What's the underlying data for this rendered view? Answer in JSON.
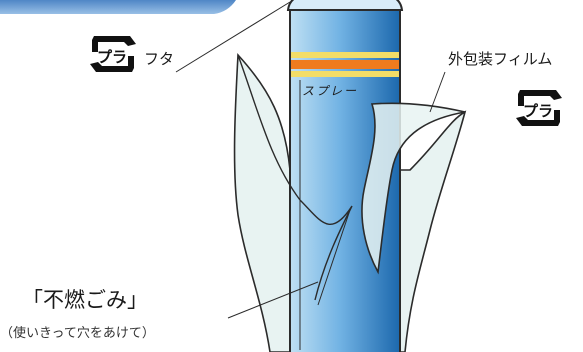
{
  "labels": {
    "cap": "フタ",
    "outer_film": "外包装フィルム",
    "spray": "スプレー",
    "nonburnable": "「不燃ごみ」",
    "note": "（使いきって穴をあけて）"
  },
  "recycle_mark": {
    "text": "プラ",
    "icon": "plastic-recycle-mark-icon"
  },
  "colors": {
    "can_blue": "#3a8fd0",
    "can_light": "#bfe0f3",
    "band_orange": "#ef7b1e",
    "band_yellow": "#f3dd67",
    "film_fill": "#e6f2f1",
    "header_blue": "#6d9fd3",
    "outline": "#2b2b2b"
  }
}
